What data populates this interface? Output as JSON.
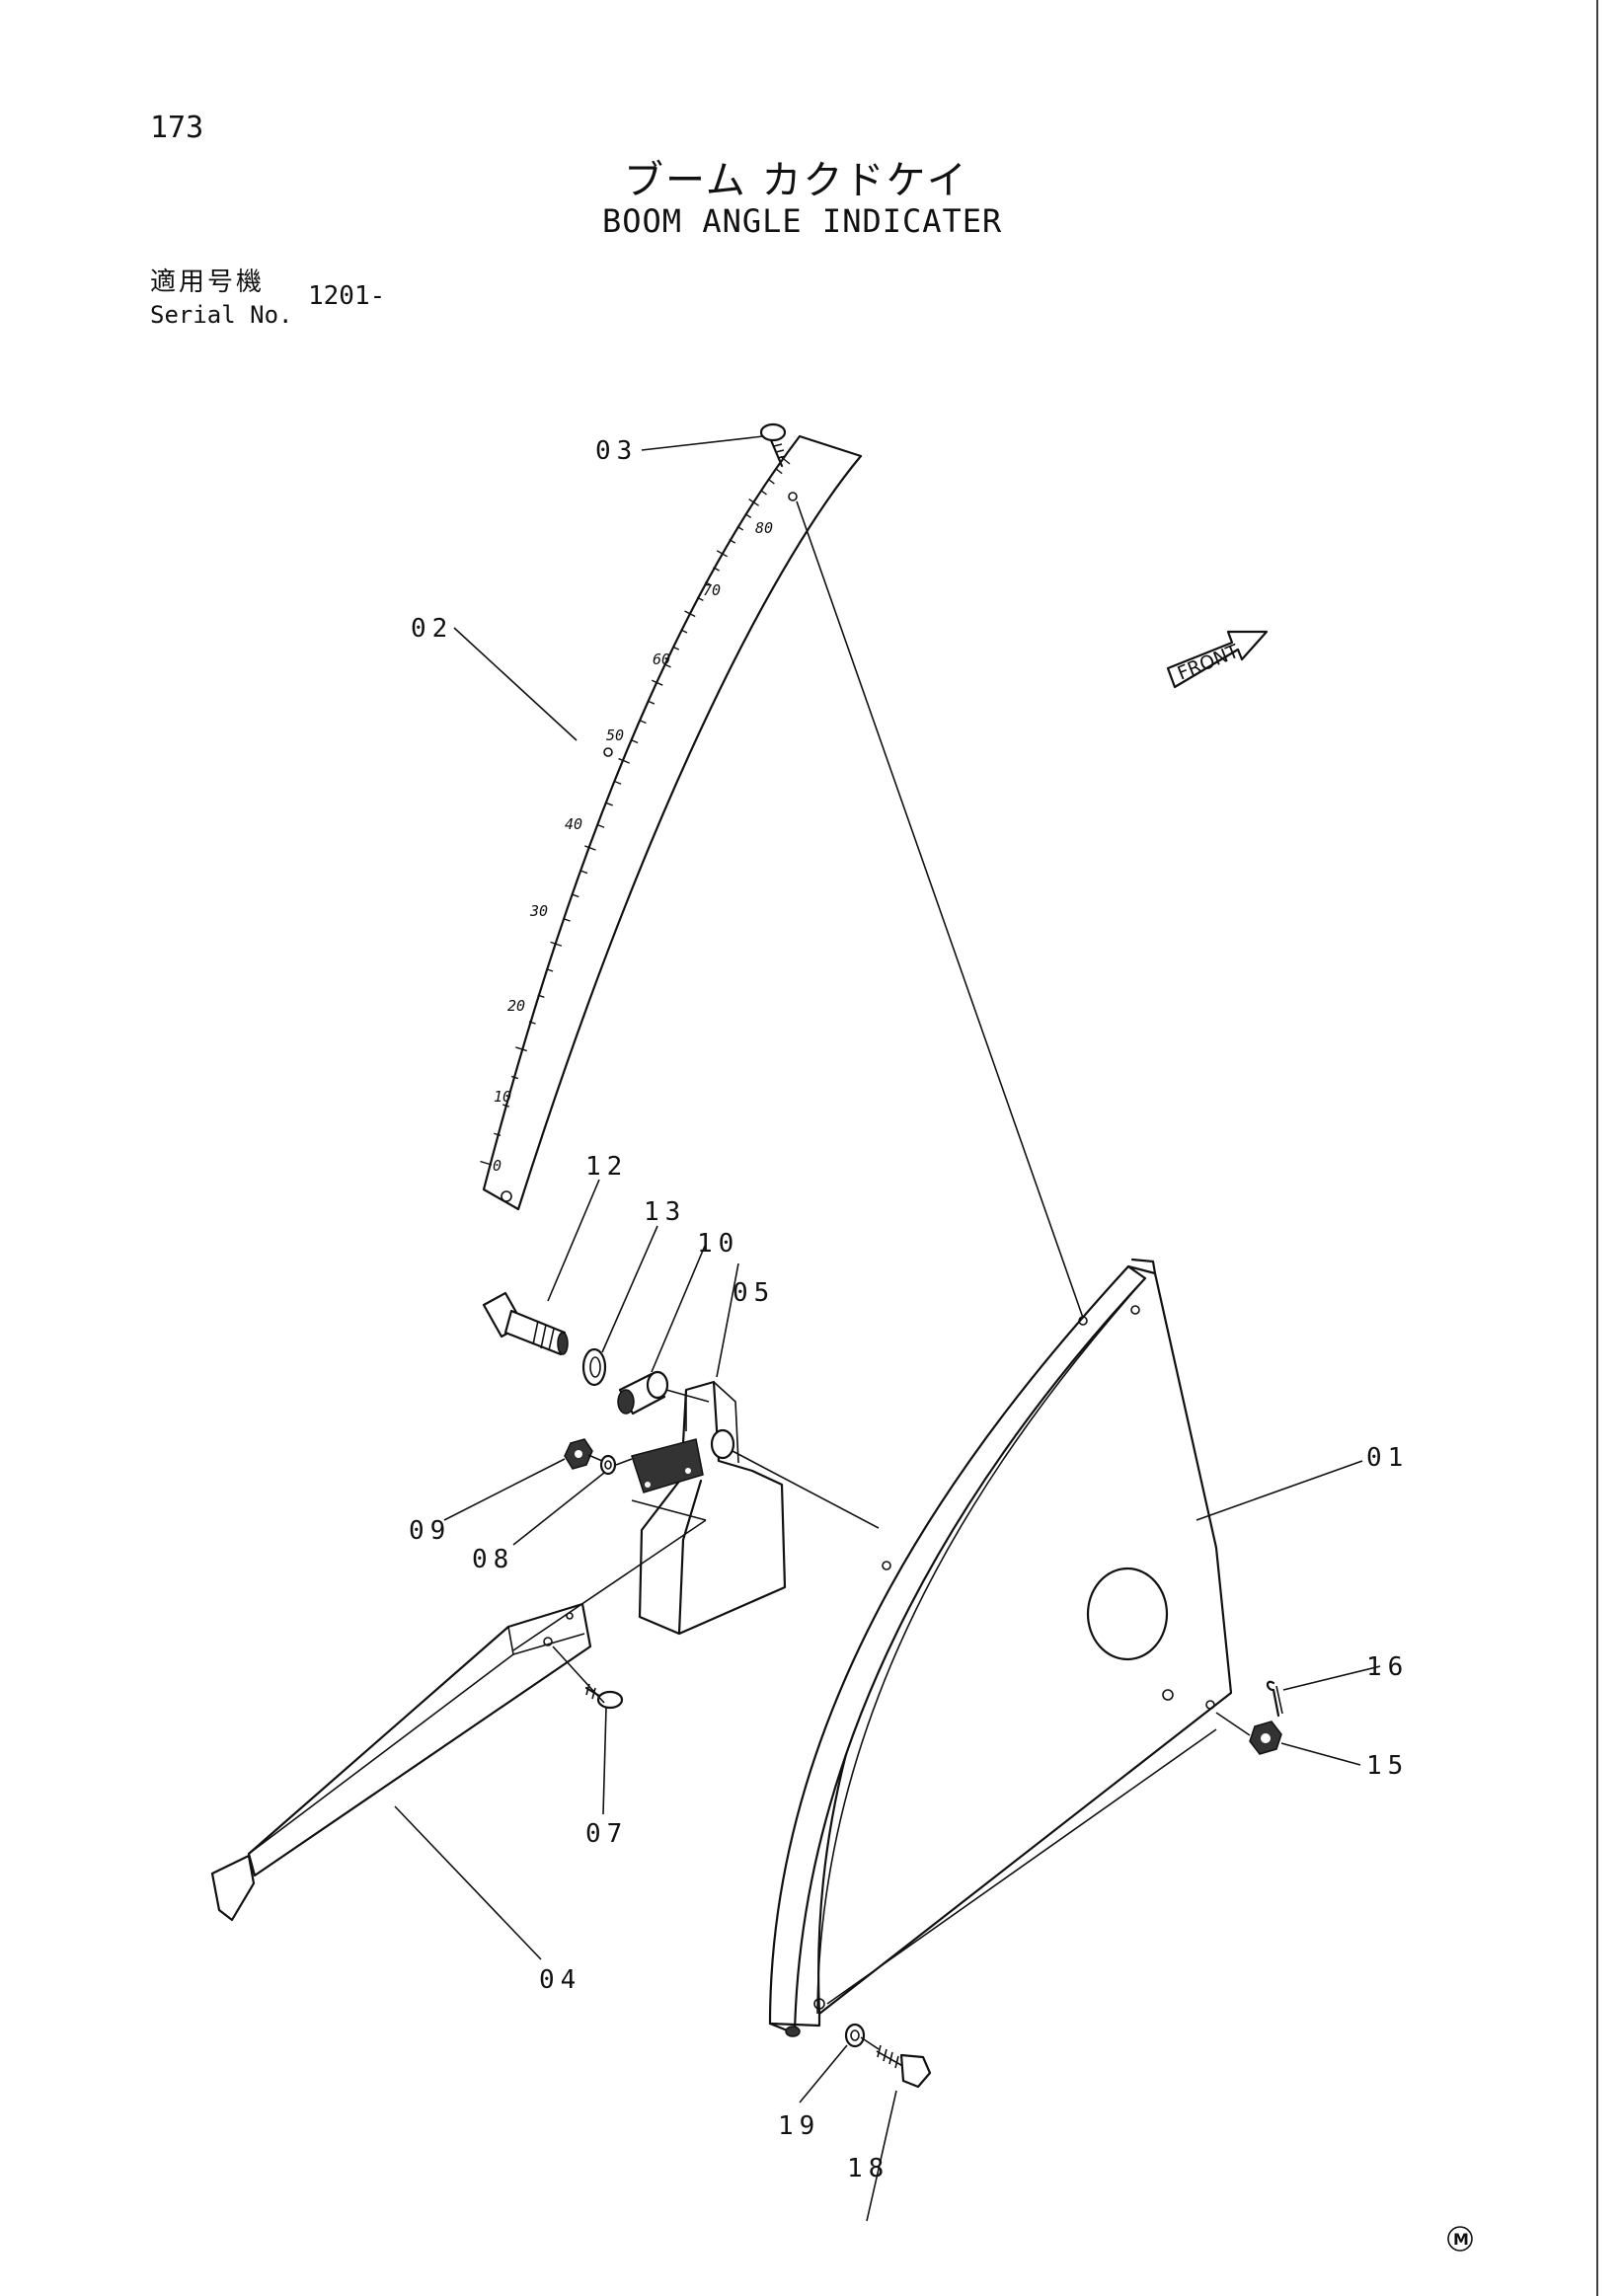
{
  "header": {
    "page_number": "173",
    "title_jp": "ブーム カクドケイ",
    "title_en": "BOOM ANGLE INDICATER",
    "serial_label_jp": "適用号機",
    "serial_label_en": "Serial No.",
    "serial_value": "1201-"
  },
  "front_label": "FRONT",
  "scale_ticks": [
    "0",
    "10",
    "20",
    "30",
    "40",
    "50",
    "60",
    "70",
    "80"
  ],
  "parts": [
    {
      "id": "p01",
      "label": "01"
    },
    {
      "id": "p02",
      "label": "02"
    },
    {
      "id": "p03",
      "label": "03"
    },
    {
      "id": "p04",
      "label": "04"
    },
    {
      "id": "p05",
      "label": "05"
    },
    {
      "id": "p07",
      "label": "07"
    },
    {
      "id": "p08",
      "label": "08"
    },
    {
      "id": "p09",
      "label": "09"
    },
    {
      "id": "p10",
      "label": "10"
    },
    {
      "id": "p12",
      "label": "12"
    },
    {
      "id": "p13",
      "label": "13"
    },
    {
      "id": "p15",
      "label": "15"
    },
    {
      "id": "p16",
      "label": "16"
    },
    {
      "id": "p18",
      "label": "18"
    },
    {
      "id": "p19",
      "label": "19"
    }
  ],
  "footer_mark": "M"
}
